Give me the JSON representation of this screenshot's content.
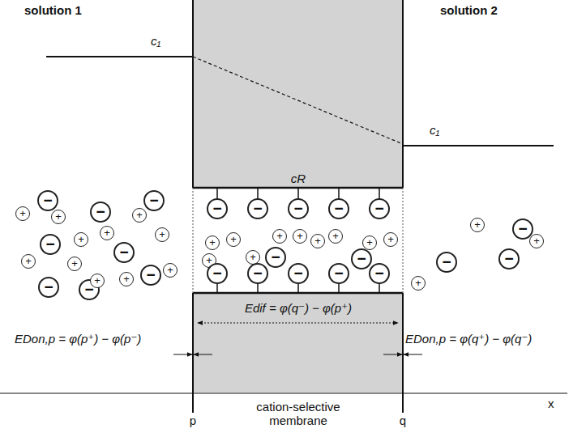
{
  "diagram": {
    "nodes": [
      {
        "text": [
          "−"
        ]
      },
      {
        "text": [
          "−"
        ]
      },
      {
        "text": [
          "−"
        ]
      },
      {
        "text": [
          "−"
        ]
      },
      {
        "text": [
          "−"
        ]
      },
      {
        "text": [
          "−"
        ]
      },
      {
        "text": [
          "−"
        ]
      },
      {
        "text": [
          "−"
        ]
      },
      {
        "text": [
          "+"
        ]
      },
      {
        "text": [
          "+"
        ]
      },
      {
        "text": [
          "+"
        ]
      },
      {
        "text": [
          "+"
        ]
      },
      {
        "text": [
          "+"
        ]
      },
      {
        "text": [
          "+"
        ]
      },
      {
        "text": [
          "+"
        ]
      },
      {
        "text": [
          "+"
        ]
      },
      {
        "text": [
          "+"
        ]
      },
      {
        "text": [
          "+"
        ]
      },
      {
        "text": [
          "+"
        ]
      },
      {
        "text": [
          "−"
        ]
      },
      {
        "text": [
          "−"
        ]
      },
      {
        "text": [
          "−"
        ]
      },
      {
        "text": [
          "−"
        ]
      },
      {
        "text": [
          "−"
        ]
      },
      {
        "text": [
          "+"
        ]
      },
      {
        "text": [
          "+"
        ]
      },
      {
        "text": [
          "+"
        ]
      },
      {
        "text": [
          "+"
        ]
      },
      {
        "text": [
          "+"
        ]
      },
      {
        "text": [
          "+"
        ]
      },
      {
        "text": [
          "+"
        ]
      },
      {
        "text": [
          "+"
        ]
      },
      {
        "text": [
          "+"
        ]
      },
      {
        "text": [
          "+"
        ]
      },
      {
        "text": [
          "−"
        ]
      },
      {
        "text": [
          "−"
        ]
      },
      {
        "text": [
          "−"
        ]
      },
      {
        "text": [
          "−"
        ]
      },
      {
        "text": [
          "−"
        ]
      },
      {
        "text": [
          "−"
        ]
      },
      {
        "text": [
          "−"
        ]
      },
      {
        "text": [
          "+"
        ]
      },
      {
        "text": [
          "+"
        ]
      },
      {
        "text": [
          "+"
        ]
      },
      {
        "text": [
          "−"
        ]
      },
      {
        "text": [
          "−"
        ]
      },
      {
        "text": [
          "−"
        ]
      }
    ],
    "labels": [
      "solution 1",
      "solution 2",
      "c₁",
      "c₁",
      "cR",
      "Edif = φ(q⁻) − φ(p⁺)",
      "EDon,p = φ(p⁺) − φ(p⁻)",
      "EDon,p = φ(q⁺) − φ(q⁻)",
      "p",
      "q",
      "x",
      "cation-selective membrane"
    ]
  }
}
